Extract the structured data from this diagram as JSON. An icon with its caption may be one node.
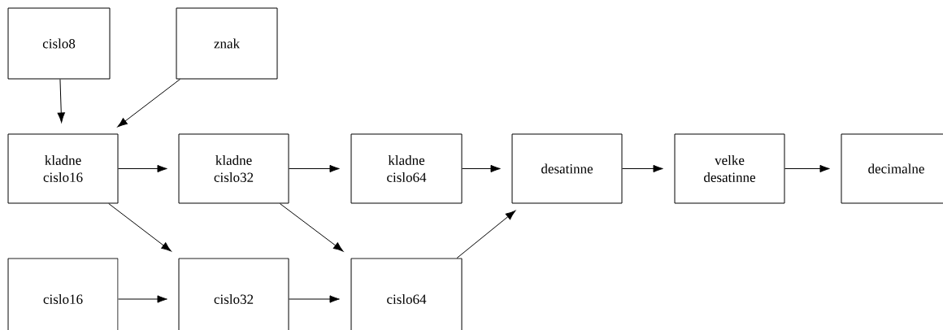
{
  "diagram": {
    "nodes": [
      {
        "text": [
          "cislo8"
        ]
      },
      {
        "text": [
          "znak"
        ]
      },
      {
        "text": [
          "kladne cislo16"
        ]
      },
      {
        "text": [
          "kladne cislo32"
        ]
      },
      {
        "text": [
          "kladne cislo64"
        ]
      },
      {
        "text": [
          "desatinne"
        ]
      },
      {
        "text": [
          "velke desatinne"
        ]
      },
      {
        "text": [
          "decimalne"
        ]
      },
      {
        "text": [
          "cislo16"
        ]
      },
      {
        "text": [
          "cislo32"
        ]
      },
      {
        "text": [
          "cislo64"
        ]
      }
    ],
    "edges": [
      {
        "from": 0,
        "to": 2,
        "arrow": "to"
      },
      {
        "from": 1,
        "to": 2,
        "arrow": "to"
      },
      {
        "from": 2,
        "to": 3,
        "arrow": "to"
      },
      {
        "from": 2,
        "to": 9,
        "arrow": "to"
      },
      {
        "from": 3,
        "to": 4,
        "arrow": "to"
      },
      {
        "from": 3,
        "to": 10,
        "arrow": "to"
      },
      {
        "from": 4,
        "to": 5,
        "arrow": "to"
      },
      {
        "from": 10,
        "to": 5,
        "arrow": "to"
      },
      {
        "from": 5,
        "to": 6,
        "arrow": "to"
      },
      {
        "from": 6,
        "to": 7,
        "arrow": "to"
      },
      {
        "from": 8,
        "to": 9,
        "arrow": "to"
      },
      {
        "from": 9,
        "to": 10,
        "arrow": "to"
      }
    ]
  }
}
